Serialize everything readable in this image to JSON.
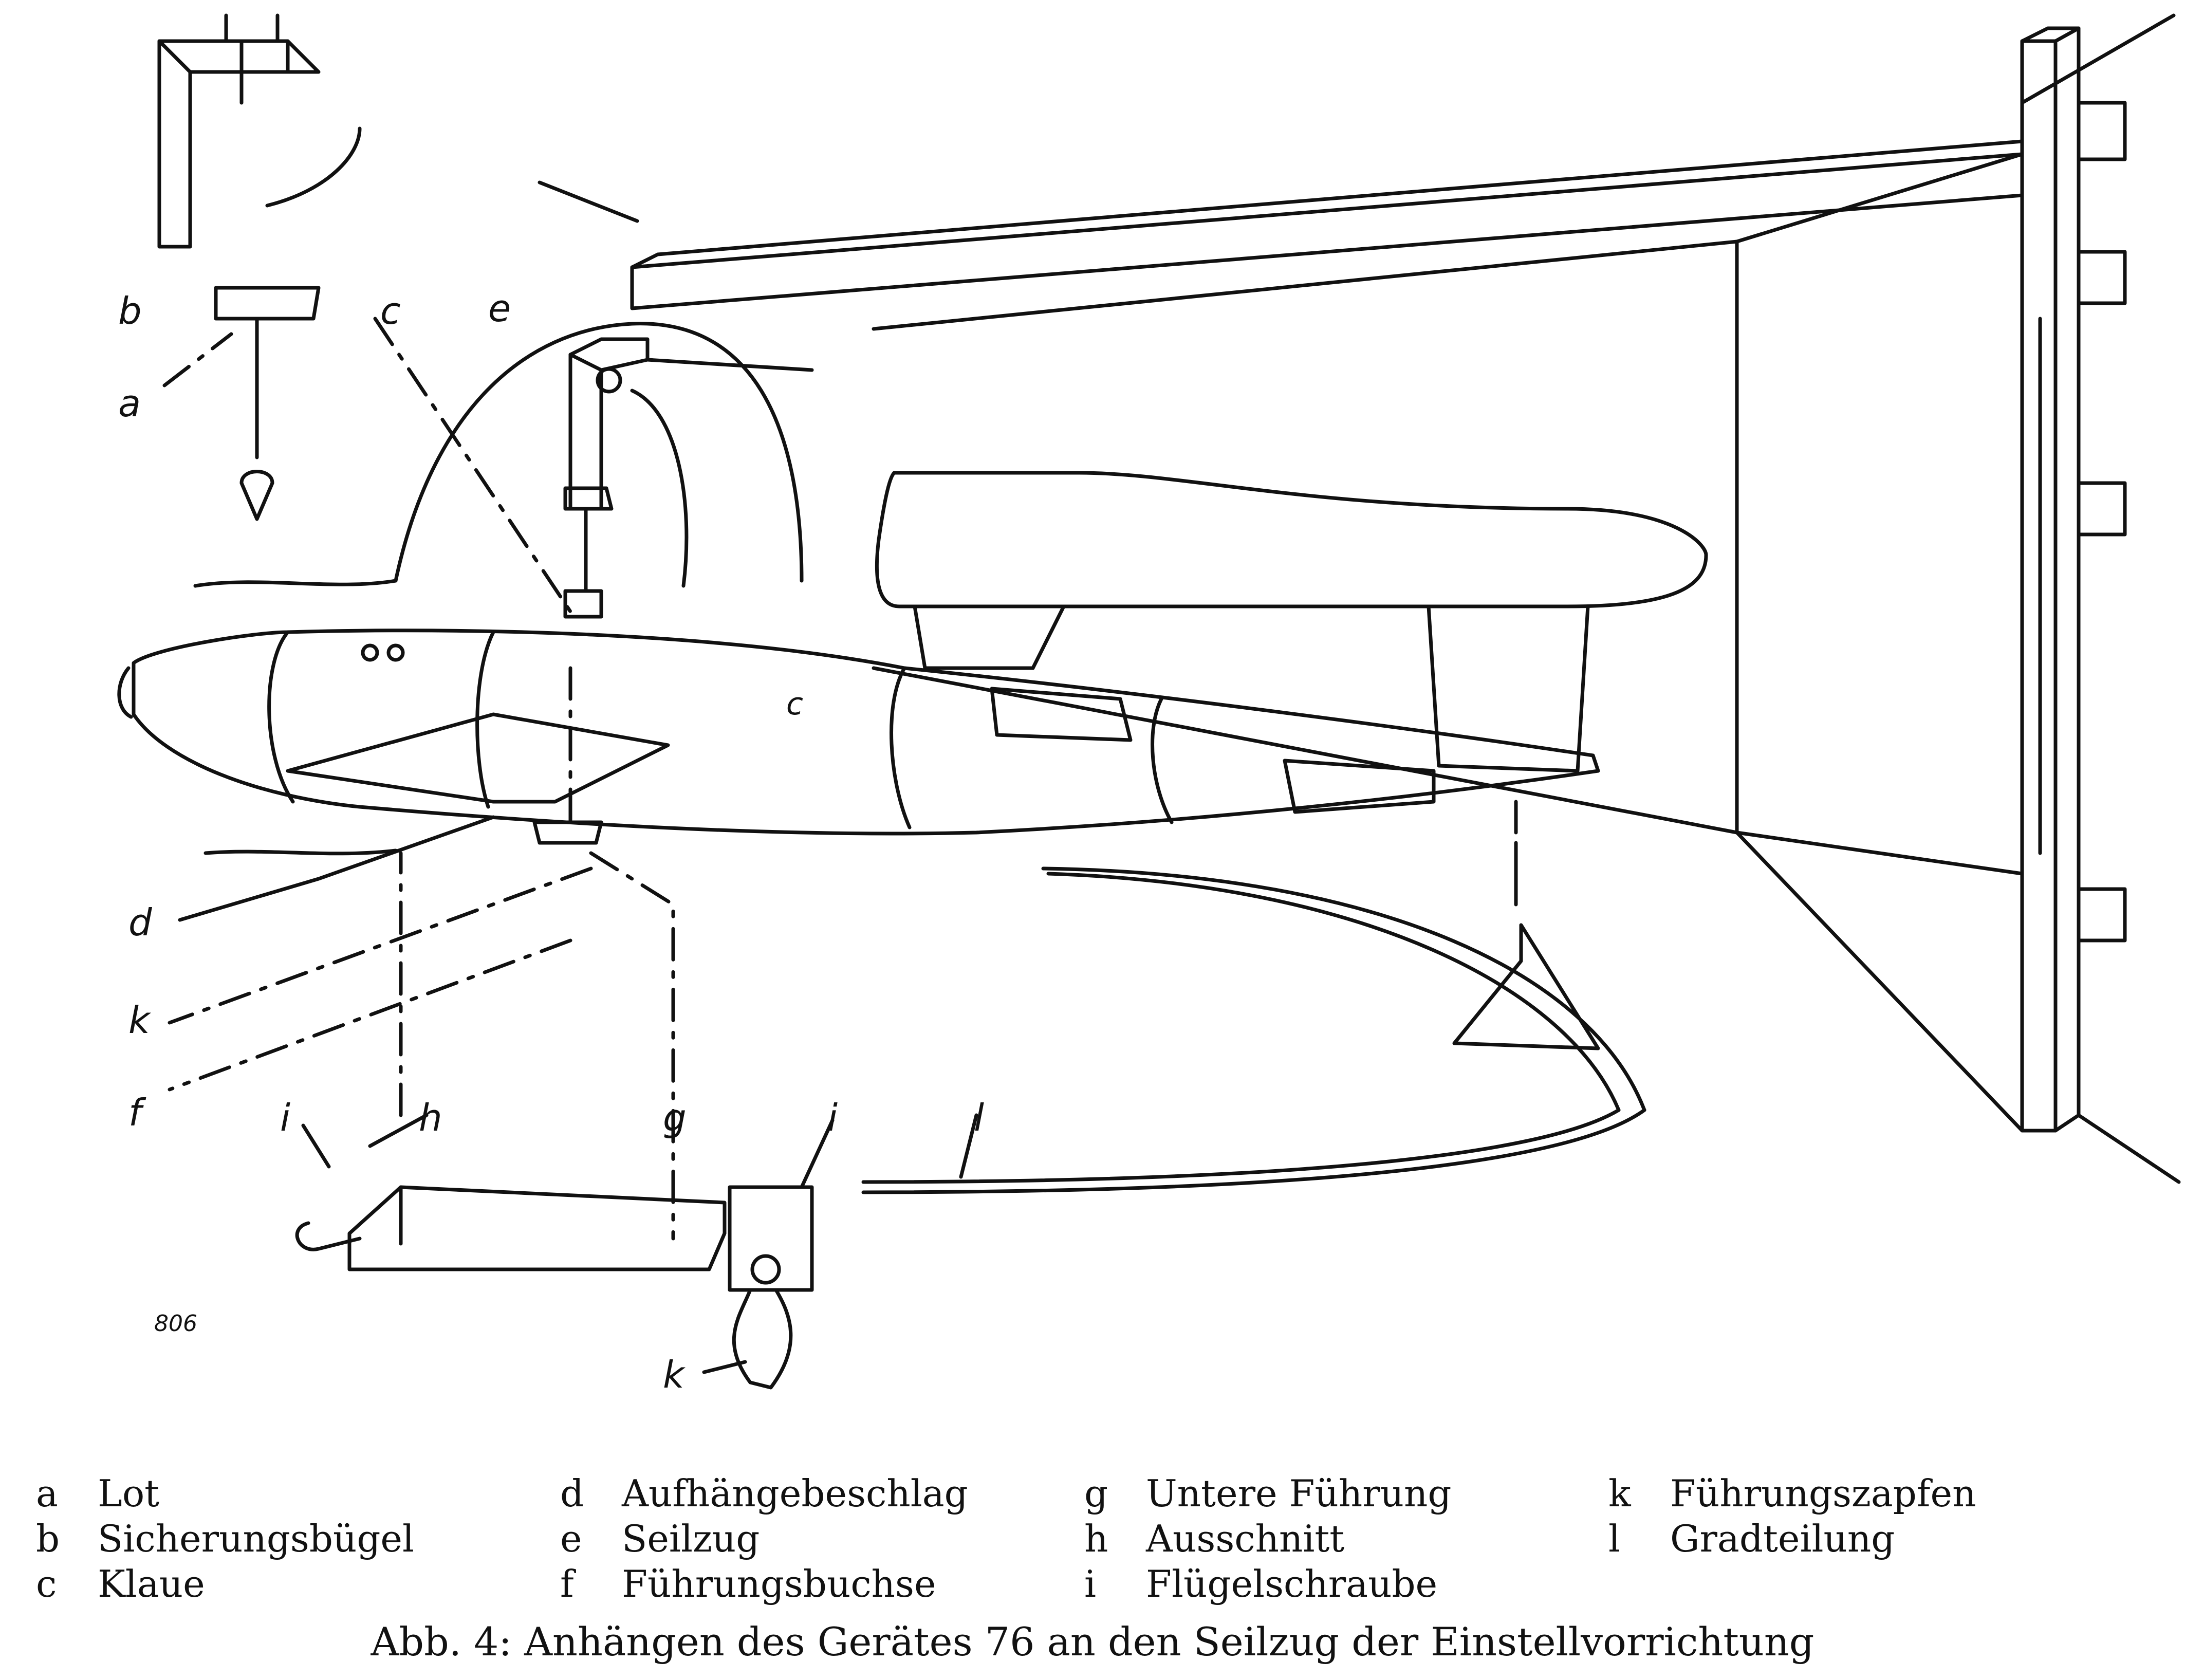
{
  "labels": {
    "a": "a",
    "b": "b",
    "c": "c",
    "c_body": "c",
    "d": "d",
    "e": "e",
    "f": "f",
    "g": "g",
    "h": "h",
    "i_left": "i",
    "i_right": "i",
    "k_mid": "k",
    "k_bottom": "k",
    "l": "l",
    "number": "806"
  },
  "legend": [
    [
      {
        "key": "a",
        "text": "Lot"
      },
      {
        "key": "b",
        "text": "Sicherungsbügel"
      },
      {
        "key": "c",
        "text": "Klaue"
      }
    ],
    [
      {
        "key": "d",
        "text": "Aufhängebeschlag"
      },
      {
        "key": "e",
        "text": "Seilzug"
      },
      {
        "key": "f",
        "text": "Führungsbuchse"
      }
    ],
    [
      {
        "key": "g",
        "text": "Untere Führung"
      },
      {
        "key": "h",
        "text": "Ausschnitt"
      },
      {
        "key": "i",
        "text": "Flügelschraube"
      }
    ],
    [
      {
        "key": "k",
        "text": "Führungszapfen"
      },
      {
        "key": "l",
        "text": "Gradteilung"
      }
    ]
  ],
  "caption": "Abb. 4: Anhängen des Gerätes 76 an den Seilzug der Einstellvorrichtung"
}
